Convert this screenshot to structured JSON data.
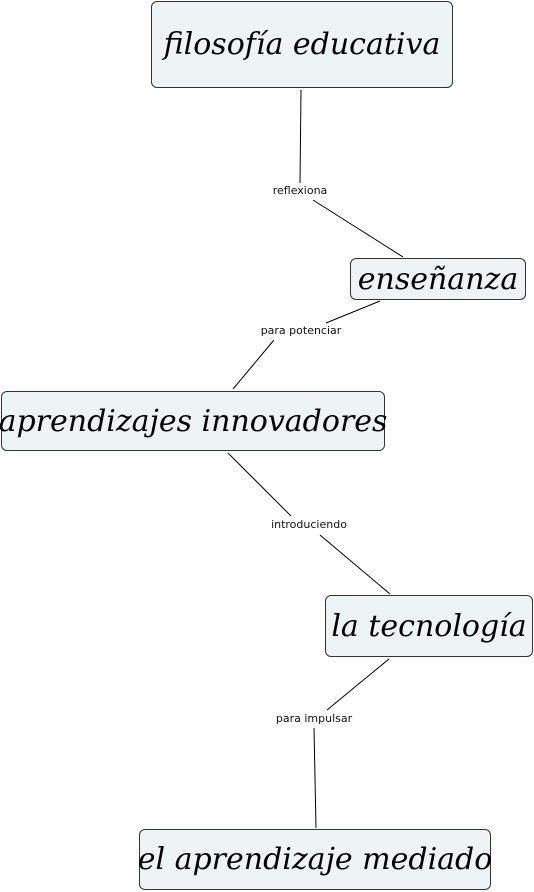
{
  "concepts": {
    "filosofia": "filosofía educativa",
    "ensenanza": "enseñanza",
    "aprendizajes": "aprendizajes innovadores",
    "tecnologia": "la tecnología",
    "mediado": "el aprendizaje mediado"
  },
  "links": {
    "reflexiona": "reflexiona",
    "potenciar": "para potenciar",
    "introduciendo": "introduciendo",
    "impulsar": "para impulsar"
  },
  "colors": {
    "node_fill": "#eef4f6",
    "node_border": "#333333",
    "line": "#000000"
  }
}
